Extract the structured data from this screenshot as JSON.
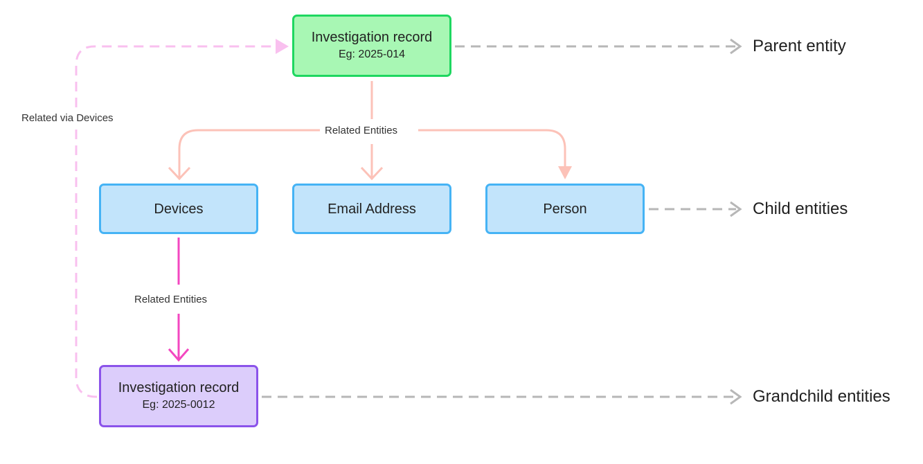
{
  "nodes": {
    "parent": {
      "title": "Investigation record",
      "subtitle": "Eg: 2025-014"
    },
    "devices": {
      "title": "Devices"
    },
    "email": {
      "title": "Email Address"
    },
    "person": {
      "title": "Person"
    },
    "grandchild": {
      "title": "Investigation record",
      "subtitle": "Eg: 2025-0012"
    }
  },
  "edges": {
    "parent_to_children_label": "Related Entities",
    "devices_to_grandchild_label": "Related Entities",
    "grandchild_to_parent_label": "Related via Devices"
  },
  "legend": {
    "parent": "Parent entity",
    "child": "Child entities",
    "grandchild": "Grandchild entities"
  },
  "colors": {
    "parent_fill": "#a8f7b4",
    "parent_border": "#1ed760",
    "child_fill": "#c2e4fb",
    "child_border": "#45b3f5",
    "grandchild_fill": "#dccdfb",
    "grandchild_border": "#8b53ea",
    "salmon_arrow": "#fcc2b8",
    "magenta_arrow": "#f347c0",
    "pink_dashed": "#f9c0ef",
    "gray_dashed": "#b7b7b7"
  }
}
